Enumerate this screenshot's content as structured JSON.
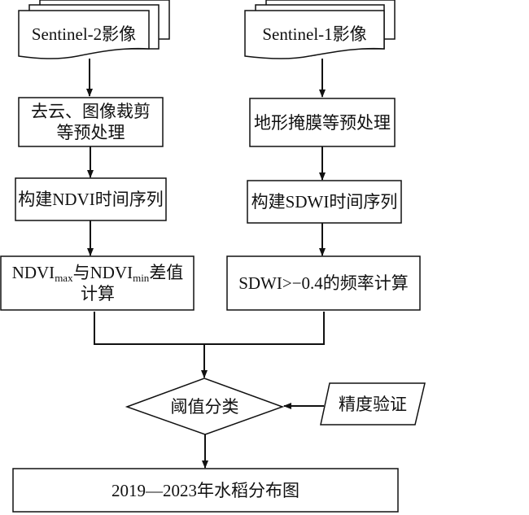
{
  "nodes": {
    "s2_input": "Sentinel-2影像",
    "s1_input": "Sentinel-1影像",
    "s2_preprocess": "去云、图像裁剪等预处理",
    "s1_preprocess": "地形掩膜等预处理",
    "ndvi_series": "构建NDVI时间序列",
    "sdwi_series": "构建SDWI时间序列",
    "ndvi_diff": {
      "a": "NDVI",
      "a_sub": "max",
      "mid": "与",
      "b": "NDVI",
      "b_sub": "min",
      "tail": "差值计算"
    },
    "sdwi_freq": "SDWI>−0.4的频率计算",
    "threshold": "阈值分类",
    "validation": "精度验证",
    "output": "2019—2023年水稻分布图"
  }
}
